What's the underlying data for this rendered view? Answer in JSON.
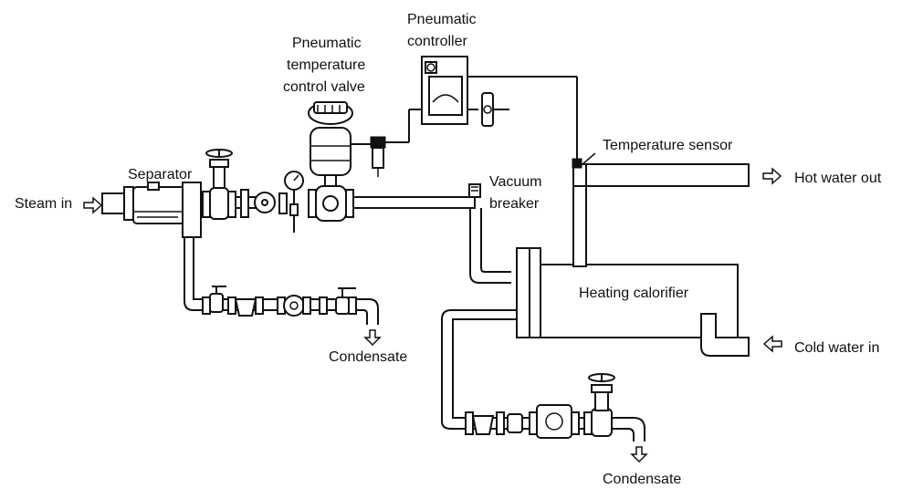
{
  "labels": {
    "steam_in": "Steam in",
    "separator": "Separator",
    "valve_line1": "Pneumatic",
    "valve_line2": "temperature",
    "valve_line3": "control valve",
    "controller_line1": "Pneumatic",
    "controller_line2": "controller",
    "temperature_sensor": "Temperature sensor",
    "hot_water_out": "Hot water out",
    "vacuum_line1": "Vacuum",
    "vacuum_line2": "breaker",
    "heating_calorifier": "Heating calorifier",
    "cold_water_in": "Cold water in",
    "condensate_1": "Condensate",
    "condensate_2": "Condensate"
  },
  "icons": [
    "steam-inlet-arrow-icon",
    "hot-water-outlet-arrow-icon",
    "cold-water-inlet-arrow-icon",
    "condensate-arrow-icon",
    "pressure-gauge-icon",
    "stop-valve-icon",
    "steam-trap-icon",
    "strainer-icon"
  ]
}
